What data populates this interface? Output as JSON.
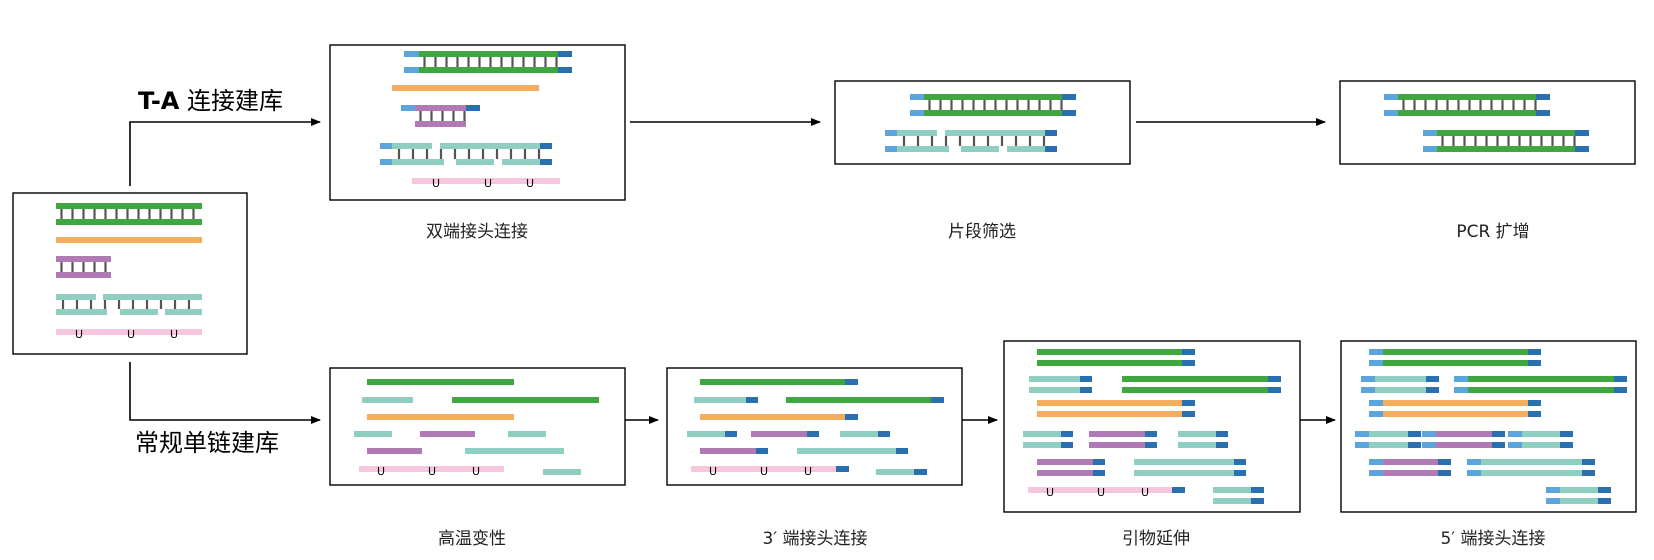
{
  "routes": {
    "ta_title_bold": "T-A",
    "ta_title_rest": " 连接建库",
    "conventional_title": "常规单链建库"
  },
  "steps": {
    "adapter_ligation": "双端接头连接",
    "size_selection": "片段筛选",
    "pcr": "PCR 扩增",
    "denaturation": "高温变性",
    "three_prime_ligation": "3′ 端接头连接",
    "primer_extension": "引物延伸",
    "five_prime_ligation": "5′ 端接头连接"
  },
  "colors": {
    "green": "#3fa640",
    "orange": "#f4ad5c",
    "purple": "#b07ab7",
    "teal": "#8ecfc2",
    "pink": "#f5c6de",
    "adapter_light": "#5ba4dc",
    "adapter_dark": "#2a6fb0",
    "frame": "#000000",
    "rung": "#555555"
  },
  "icons": {
    "uracil_marker": "U",
    "arrow": "arrow-right-icon"
  }
}
